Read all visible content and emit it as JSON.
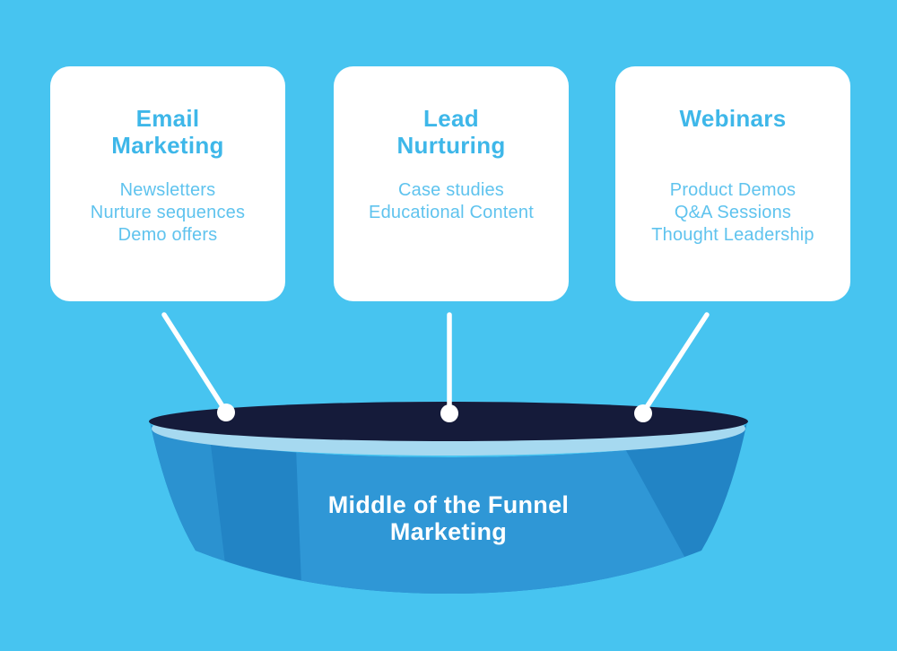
{
  "colors": {
    "background": "#47C4F0",
    "card_bg": "#FFFFFF",
    "card_title": "#3EB7E9",
    "card_item": "#5FC3EE",
    "funnel_top": "#151B3A",
    "funnel_rim": "#A6D9F0",
    "funnel_body": "#2284C5",
    "funnel_body_light": "#2F97D6",
    "funnel_body_edge": "#2B92D0",
    "funnel_label": "#FFFFFF",
    "connector": "#FFFFFF"
  },
  "cards": [
    {
      "title": "Email Marketing",
      "items": [
        "Newsletters",
        "Nurture sequences",
        "Demo offers"
      ]
    },
    {
      "title": "Lead Nurturing",
      "items": [
        "Case studies",
        "Educational Content"
      ]
    },
    {
      "title": "Webinars",
      "items": [
        "Product Demos",
        "Q&A Sessions",
        "Thought Leadership"
      ]
    }
  ],
  "funnel": {
    "label_line1": "Middle of the Funnel",
    "label_line2": "Marketing"
  }
}
